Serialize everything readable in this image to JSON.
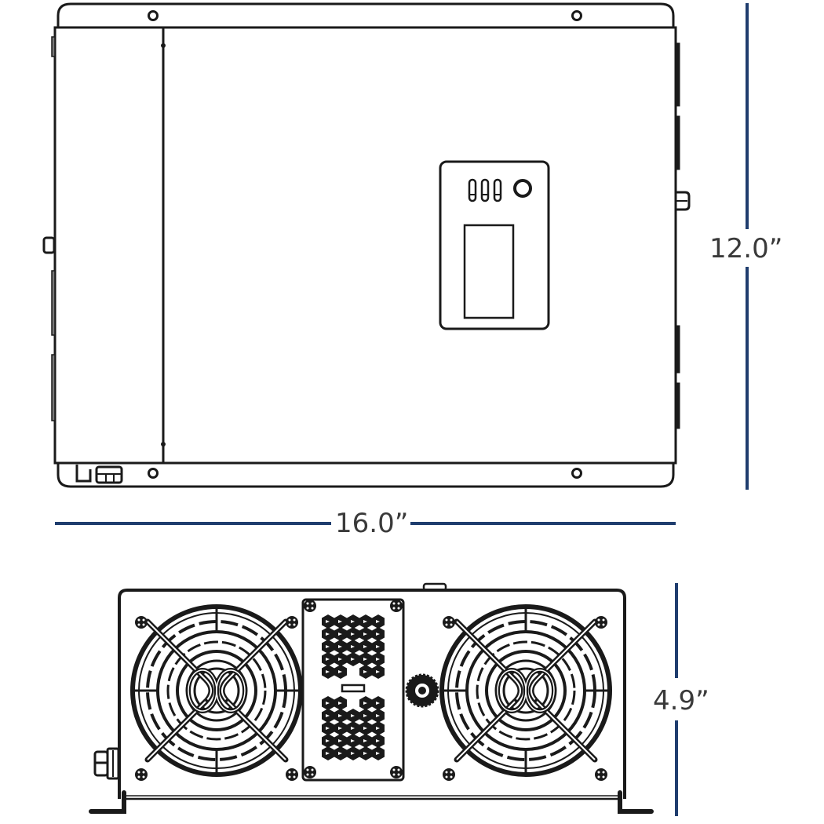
{
  "figure": {
    "title": "Inverter/charger dimension drawing",
    "views": [
      "top-view",
      "front-view"
    ],
    "colors": {
      "line": "#1a1a1a",
      "dimension_line": "#1f3d6e",
      "dimension_text": "#3a3a3a",
      "background": "#ffffff"
    }
  },
  "dimensions": {
    "width": {
      "label": "16.0”",
      "value": 16.0,
      "unit": "in"
    },
    "depth": {
      "label": "12.0”",
      "value": 12.0,
      "unit": "in"
    },
    "height": {
      "label": "4.9”",
      "value": 4.9,
      "unit": "in"
    }
  },
  "top_view": {
    "control_panel": {
      "indicators": [
        "indicator-led-1",
        "indicator-led-2",
        "indicator-led-3"
      ],
      "button": "power-button-icon",
      "display": "display-window"
    },
    "mounting_holes": 4
  },
  "front_view": {
    "fans": 2,
    "vent_grille": "vent-grille",
    "knob": "adjustment-knob",
    "cable_gland": "cable-gland",
    "mounting_feet": 2
  }
}
